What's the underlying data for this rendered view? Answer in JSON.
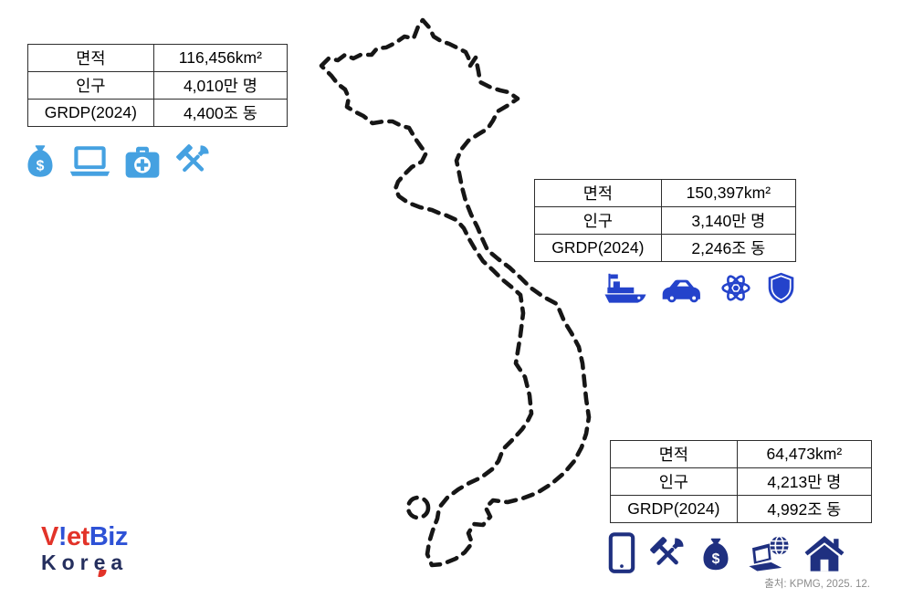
{
  "map": {
    "name": "vietnam-dashed-outline",
    "stroke_color": "#161616"
  },
  "regions": [
    {
      "name": "north",
      "table": {
        "rows": [
          {
            "label": "면적",
            "value": "116,456km²"
          },
          {
            "label": "인구",
            "value": "4,010만 명"
          },
          {
            "label": "GRDP(2024)",
            "value": "4,400조 동"
          }
        ]
      },
      "icons": [
        "money-bag-icon",
        "laptop-icon",
        "first-aid-kit-icon",
        "tools-icon"
      ],
      "icon_color": "#45a1e1"
    },
    {
      "name": "central",
      "table": {
        "rows": [
          {
            "label": "면적",
            "value": "150,397km²"
          },
          {
            "label": "인구",
            "value": "3,140만 명"
          },
          {
            "label": "GRDP(2024)",
            "value": "2,246조 동"
          }
        ]
      },
      "icons": [
        "cargo-ship-icon",
        "car-icon",
        "atom-icon",
        "shield-icon"
      ],
      "icon_color": "#2443cb"
    },
    {
      "name": "south",
      "table": {
        "rows": [
          {
            "label": "면적",
            "value": "64,473km²"
          },
          {
            "label": "인구",
            "value": "4,213만 명"
          },
          {
            "label": "GRDP(2024)",
            "value": "4,992조 동"
          }
        ]
      },
      "icons": [
        "smartphone-icon",
        "tools-icon",
        "money-bag-icon",
        "laptop-globe-icon",
        "house-icon"
      ],
      "icon_color": "#1f3080"
    }
  ],
  "logo": {
    "parts": [
      {
        "text": "V",
        "color": "#e23329"
      },
      {
        "text": "!",
        "color": "#2e52d6"
      },
      {
        "text": "et",
        "color": "#e23329"
      },
      {
        "text": "Biz",
        "color": "#2e52d6"
      }
    ],
    "line2": {
      "text": "Korea",
      "color": "#252f5e"
    },
    "accent_color": "#e23329"
  },
  "source_note": "출처: KPMG, 2025. 12."
}
